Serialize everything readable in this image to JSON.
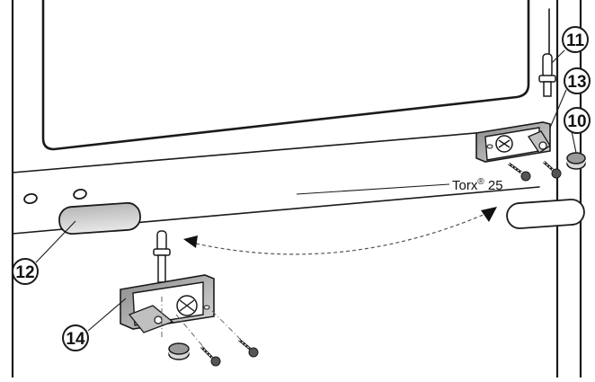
{
  "diagram": {
    "callouts": [
      {
        "id": "c10",
        "label": "10"
      },
      {
        "id": "c11",
        "label": "11"
      },
      {
        "id": "c12",
        "label": "12"
      },
      {
        "id": "c13",
        "label": "13"
      },
      {
        "id": "c14",
        "label": "14"
      }
    ],
    "tool_label": {
      "prefix": "Torx",
      "registered": "®",
      "size": " 25"
    }
  }
}
